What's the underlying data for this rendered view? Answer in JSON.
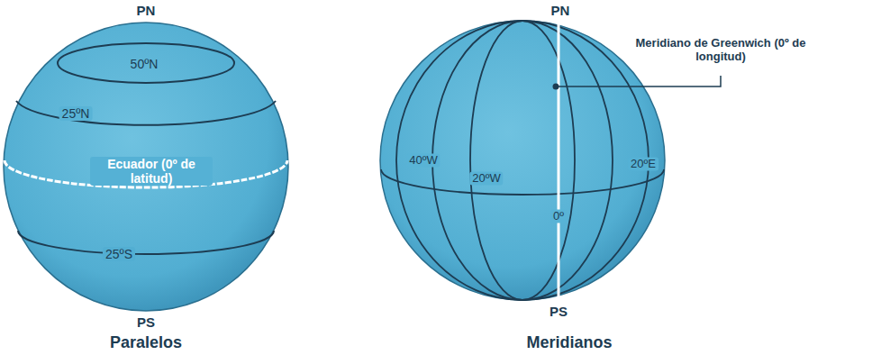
{
  "diagram": {
    "labels": [
      "PN",
      "50ºN",
      "25ºN",
      "Ecuador (0º de latitud)",
      "25ºS",
      "PS",
      "Paralelos",
      "PN",
      "Meridiano de Greenwich (0º de longitud)",
      "40ºW",
      "20ºW",
      "0º",
      "20ºE",
      "PS",
      "Meridianos"
    ]
  }
}
